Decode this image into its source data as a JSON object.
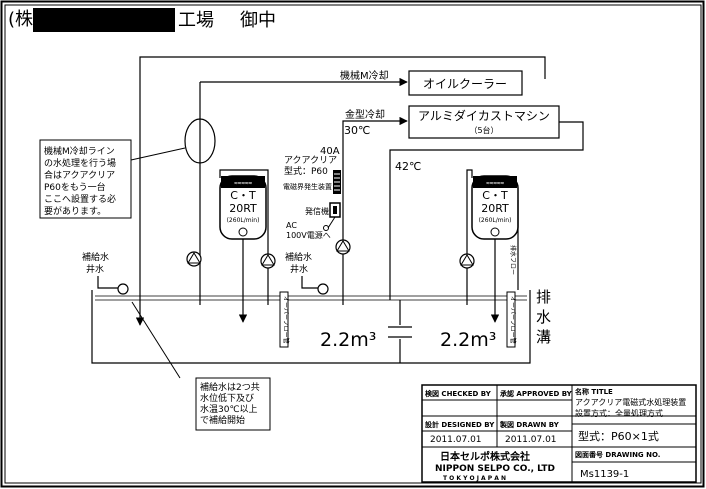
{
  "header": {
    "company_prefix": "(株)",
    "factory_suffix": "工場",
    "honorific": "御中"
  },
  "equipment": {
    "oil_cooler": "オイルクーラー",
    "die_cast_machine": "アルミダイカストマシン",
    "die_cast_count": "（5台）",
    "ct_left": {
      "label": "C・T",
      "capacity": "20RT",
      "flow": "(260L/min)"
    },
    "ct_right": {
      "label": "C・T",
      "capacity": "20RT",
      "flow": "(260L/min)"
    },
    "aquaclear_title": "アクアクリア",
    "aquaclear_model": "型式：P60",
    "magnetic_device": "電磁界発生装置",
    "oscillator": "発信機",
    "ac_power": "AC",
    "ac_power_detail": "100V電源へ"
  },
  "flow_labels": {
    "machine_cooling": "機械M冷却",
    "mold_cooling": "金型冷却",
    "flow_40a": "40A",
    "temp_30": "30℃",
    "temp_42": "42℃",
    "makeup_left_1": "補給水",
    "makeup_left_2": "井水",
    "makeup_mid_1": "補給水",
    "makeup_mid_2": "井水",
    "overflow_left": "オーバーフロー管",
    "overflow_right": "オーバーフロー管",
    "bypass_flow": "排水フロー",
    "drain_1": "排",
    "drain_2": "水",
    "drain_3": "溝",
    "tank_left_volume": "2.2m³",
    "tank_right_volume": "2.2m³"
  },
  "notes": {
    "machine_note": [
      "機械M冷却ライン",
      "の水処理を行う場",
      "合はアクアクリア",
      "P60をもう一台",
      "ここへ設置する必",
      "要があります。"
    ],
    "makeup_note": [
      "補給水は2つ共",
      "水位低下及び",
      "水温30℃以上",
      "で補給開始"
    ]
  },
  "title_block": {
    "checked_by": "検図 CHECKED BY",
    "approved_by": "承認 APPROVED BY",
    "title_label": "名称 TITLE",
    "title_line1": "アクアクリア電磁式水処理装置",
    "title_line2": "設置方式：全量処理方式",
    "designed_by": "設計 DESIGNED BY",
    "drawn_by": "製図 DRAWN BY",
    "designed_date": "2011.07.01",
    "drawn_date": "2011.07.01",
    "model_line": "型式：P60×1式",
    "company_jp": "日本セルポ株式会社",
    "company_en": "NIPPON SELPO CO., LTD",
    "company_city": "T O K Y O   J A P A N",
    "drawing_no_label": "図面番号 DRAWING NO.",
    "drawing_no": "Ms1139-1"
  }
}
